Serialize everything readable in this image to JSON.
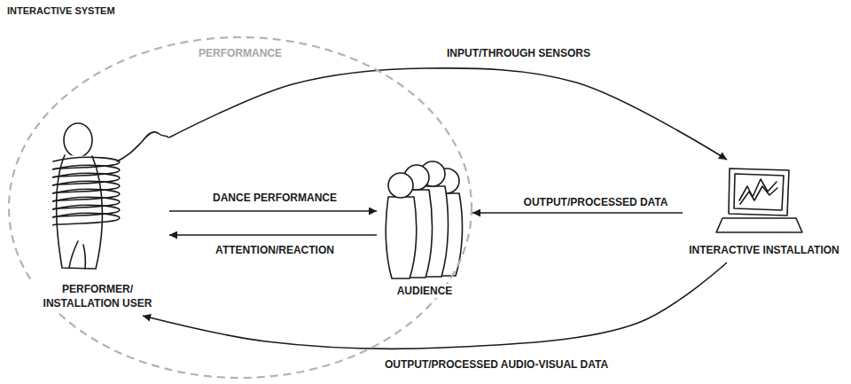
{
  "diagram": {
    "title": "INTERACTIVE SYSTEM",
    "nodes": [
      {
        "text": [
          "PERFORMANCE"
        ]
      },
      {
        "text": [
          "PERFORMER/ INSTALLATION USER"
        ],
        "in": 0
      },
      {
        "text": [
          "AUDIENCE"
        ],
        "in": 0
      },
      {
        "text": [
          "INTERACTIVE INSTALLATION"
        ]
      }
    ],
    "edges": [
      {
        "from": 1,
        "to": 2,
        "label": "DANCE PERFORMANCE",
        "arrow": "to"
      },
      {
        "from": 2,
        "to": 1,
        "label": "ATTENTION/REACTION",
        "arrow": "to"
      },
      {
        "from": 1,
        "to": 3,
        "label": "INPUT/THROUGH SENSORS",
        "arrow": "to"
      },
      {
        "from": 3,
        "to": 2,
        "label": "OUTPUT/PROCESSED DATA",
        "arrow": "to"
      },
      {
        "from": 3,
        "to": 1,
        "label": "OUTPUT/PROCESSED AUDIO-VISUAL DATA",
        "arrow": "to"
      }
    ]
  }
}
